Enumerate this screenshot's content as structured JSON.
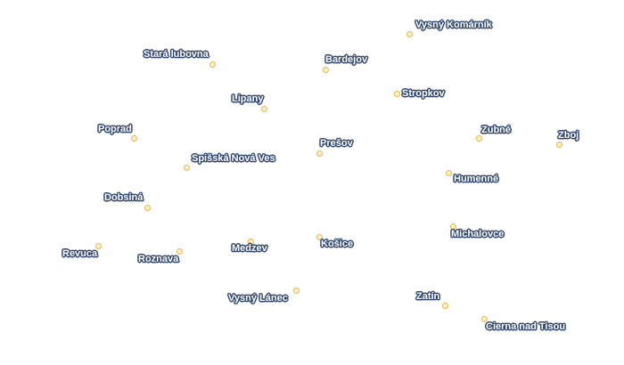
{
  "map": {
    "colors": {
      "dot_fill": "#fdf1cf",
      "dot_stroke": "#e8b24a",
      "label_fill": "#ffffff",
      "label_halo": "#30466f"
    },
    "places": [
      {
        "id": "vysny-komarnik",
        "name": "Vysný Komárník"
      },
      {
        "id": "stara-lubovna",
        "name": "Stará lubovna"
      },
      {
        "id": "bardejov",
        "name": "Bardejov"
      },
      {
        "id": "stropkov",
        "name": "Stropkov"
      },
      {
        "id": "lipany",
        "name": "Lipany"
      },
      {
        "id": "poprad",
        "name": "Poprad"
      },
      {
        "id": "presov",
        "name": "Prešov"
      },
      {
        "id": "zubne",
        "name": "Zubné"
      },
      {
        "id": "zboj",
        "name": "Zboj"
      },
      {
        "id": "spisska-nova-ves",
        "name": "Spišská Nová Ves"
      },
      {
        "id": "humenne",
        "name": "Humenné"
      },
      {
        "id": "dobsina",
        "name": "Dobsiná"
      },
      {
        "id": "michalovce",
        "name": "Michalovce"
      },
      {
        "id": "kosice",
        "name": "Košice"
      },
      {
        "id": "medzev",
        "name": "Medzev"
      },
      {
        "id": "revuca",
        "name": "Revuca"
      },
      {
        "id": "roznava",
        "name": "Roznava"
      },
      {
        "id": "vysny-lanec",
        "name": "Vysný Lánec"
      },
      {
        "id": "zatin",
        "name": "Zatín"
      },
      {
        "id": "cierna-nad-tisou",
        "name": "Cierna nad Tisou"
      }
    ]
  }
}
